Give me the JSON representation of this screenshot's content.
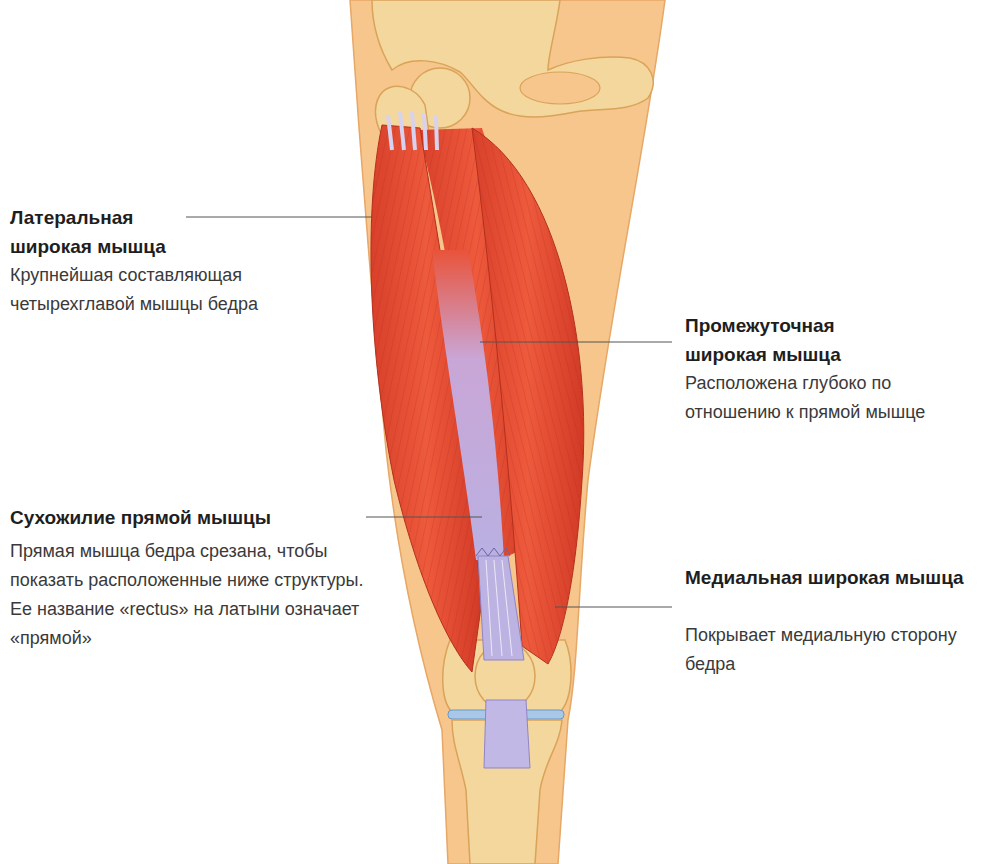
{
  "diagram": {
    "labels": [
      "Латеральная широкая мышца",
      "Крупнейшая составляющая четырехглавой мышцы бедра",
      "Промежуточная широкая мышца",
      "Расположена глубоко по отношению к прямой мышце",
      "Сухожилие прямой мышцы",
      "Прямая мышца бедра срезана, чтобы показать расположенные ниже структуры. Ее название «rectus» на латыни означает «прямой»",
      "Медиальная широкая мышца",
      "Покрывает медиальную сторону бедра"
    ]
  }
}
